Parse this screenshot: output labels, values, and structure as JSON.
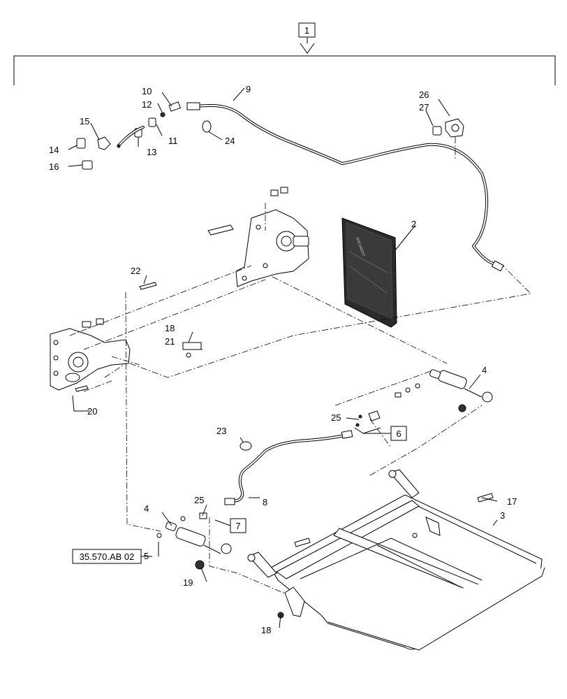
{
  "callouts": {
    "c1": "1",
    "c2": "2",
    "c3": "3",
    "c4a": "4",
    "c4b": "4",
    "c5": "5",
    "c6": "6",
    "c7": "7",
    "c8": "8",
    "c9": "9",
    "c10": "10",
    "c11": "11",
    "c12": "12",
    "c13": "13",
    "c14": "14",
    "c15": "15",
    "c16": "16",
    "c17": "17",
    "c18a": "18",
    "c18b": "18",
    "c19": "19",
    "c20": "20",
    "c21": "21",
    "c22": "22",
    "c23": "23",
    "c24": "24",
    "c25a": "25",
    "c25b": "25",
    "c26": "26",
    "c27": "27"
  },
  "reference": "35.570.AB 02",
  "manual_cover_text": "DOCUMENT",
  "colors": {
    "line": "#000000",
    "paper": "#ffffff",
    "manual": "#2b2b2b"
  }
}
